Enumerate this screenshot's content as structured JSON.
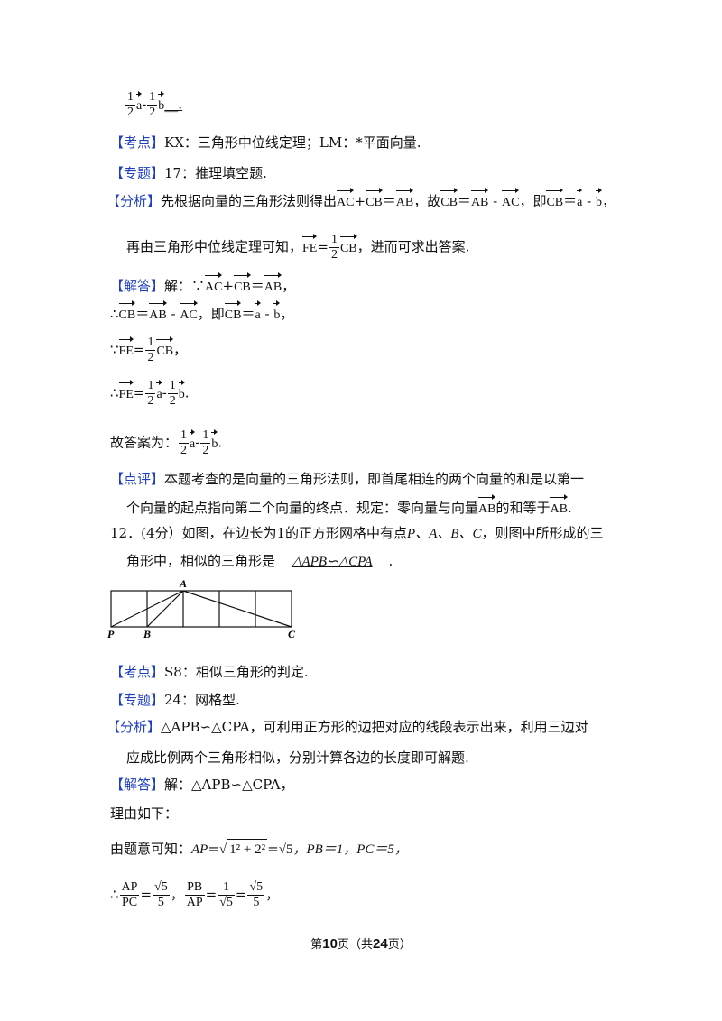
{
  "top_answer": {
    "f1_num": "1",
    "f1_den": "2",
    "a": "a",
    "minus": "-",
    "f2_num": "1",
    "f2_den": "2",
    "b": "b",
    "tail": "__."
  },
  "q11": {
    "kaodian_tag": "【考点】",
    "kaodian_text": "KX：三角形中位线定理；LM：*平面向量.",
    "zhuanti_tag": "【专题】",
    "zhuanti_text": "17：推理填空题.",
    "fenxi_tag": "【分析】",
    "fenxi_1a": "先根据向量的三角形法则得出",
    "fenxi_1b": "，故",
    "fenxi_1c": "，即",
    "fenxi_1d": "，",
    "fenxi_2a": "再由三角形中位线定理可知，",
    "fenxi_2b": "，进而可求出答案.",
    "jieda_tag": "【解答】",
    "jieda_text": "解：∵",
    "s2_prefix": "∴",
    "s2_mid": "，即",
    "s2_end": "，",
    "s3_prefix": "∵",
    "s3_end": "，",
    "s4_prefix": "∴",
    "s4_end": ".",
    "s5_prefix": "故答案为：",
    "s5_end": ".",
    "dianping_tag": "【点评】",
    "dianping_1": "本题考查的是向量的三角形法则，即首尾相连的两个向量的和是以第一",
    "dianping_2a": "个向量的起点指向第二个向量的终点．规定：零向量与向量",
    "dianping_2b": "的和等于",
    "dianping_2c": "."
  },
  "vectors": {
    "AC": "AC",
    "CB": "CB",
    "AB": "AB",
    "FE": "FE",
    "a": "a",
    "b": "b"
  },
  "q12": {
    "line1": "12．(4分）如图，在边长为1的正方形网格中有点",
    "line1_pts": "P、A、B、C",
    "line1_end": "，则图中所形成的三",
    "line2a": "角形中，相似的三角形是",
    "answer": "△APB∽△CPA",
    "line2_end": ".",
    "figure_labels": {
      "A": "A",
      "P": "P",
      "B": "B",
      "C": "C"
    },
    "kaodian_tag": "【考点】",
    "kaodian_text": "S8：相似三角形的判定.",
    "zhuanti_tag": "【专题】",
    "zhuanti_text": "24：网格型.",
    "fenxi_tag": "【分析】",
    "fenxi_1": "△APB∽△CPA，可利用正方形的边把对应的线段表示出来，利用三边对",
    "fenxi_2": "应成比例两个三角形相似，分别计算各边的长度即可解题.",
    "jieda_tag": "【解答】",
    "jieda_text": "解：△APB∽△CPA，",
    "reason": "理由如下：",
    "calc_a": "由题意可知：",
    "calc_ap": "AP",
    "calc_eq": "=",
    "calc_sqrt_body": "1² + 2²",
    "calc_eq2": "=",
    "calc_r5": "√5",
    "calc_pb": "，PB＝1，PC＝5，",
    "ratio_prefix": "∴",
    "r1_num": "AP",
    "r1_den": "PC",
    "r1_eq": "=",
    "r1b_num": "√5",
    "r1b_den": "5",
    "r2_sep": "，",
    "r2_num": "PB",
    "r2_den": "AP",
    "r2_eq": "=",
    "r2b_num": "1",
    "r2b_den": "√5",
    "r2_eq2": "=",
    "r2c_num": "√5",
    "r2c_den": "5",
    "r_end": "，"
  },
  "footer": {
    "pre": "第",
    "page": "10",
    "mid": "页（共",
    "total": "24",
    "post": "页）"
  }
}
